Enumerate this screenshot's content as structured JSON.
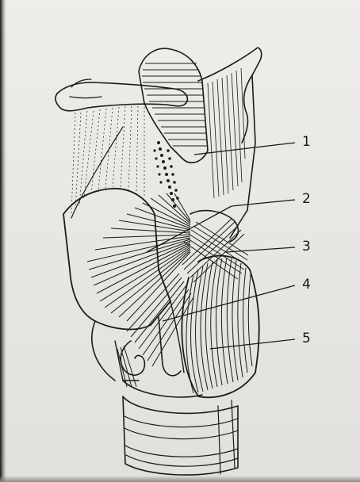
{
  "figure": {
    "callouts": [
      {
        "label": "1"
      },
      {
        "label": "2"
      },
      {
        "label": "3"
      },
      {
        "label": "4"
      },
      {
        "label": "5"
      }
    ]
  },
  "colors": {
    "paper": "#e8e7e3",
    "ink": "#1b1b1b"
  }
}
